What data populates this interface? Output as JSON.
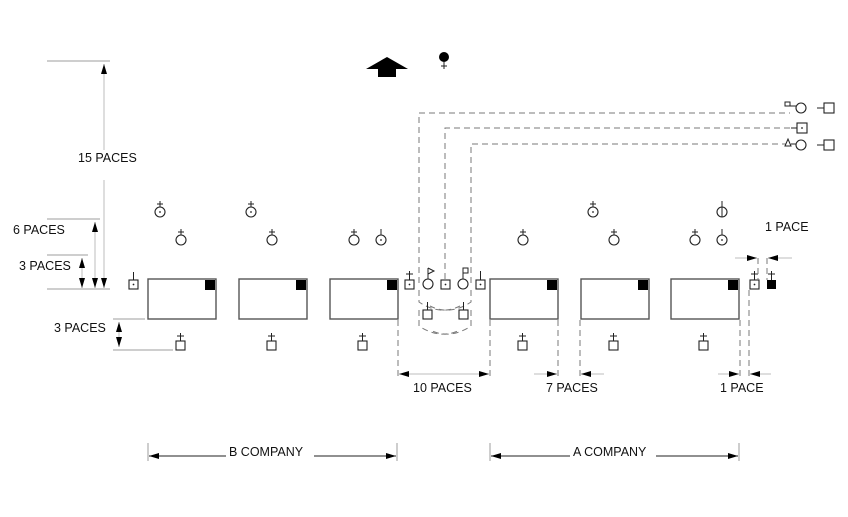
{
  "title": "Company formation diagram",
  "colors": {
    "line": "#222222",
    "dimension": "#bdbdbd",
    "dashed": "#7a7a7a",
    "fill": "#000000"
  },
  "legend_top": {
    "direction_icon": "arrow-up-icon",
    "commander_icon": "filled-commander-icon"
  },
  "dimensions": {
    "fifteen_paces": "15 PACES",
    "six_paces": "6 PACES",
    "three_paces_upper": "3 PACES",
    "three_paces_lower": "3 PACES",
    "ten_paces": "10 PACES",
    "seven_paces": "7 PACES",
    "one_pace_bottom": "1 PACE",
    "one_pace_right": "1 PACE"
  },
  "companies": {
    "b_company": "B COMPANY",
    "a_company": "A COMPANY"
  },
  "platoons": {
    "b_company_count": 3,
    "a_company_count": 3
  },
  "right_key": [
    {
      "left_icon": "pennant-square-circle-icon",
      "right_icon": "square-staff-icon"
    },
    {
      "left_icon": "dotted-square-staff-icon"
    },
    {
      "left_icon": "triangle-circle-icon",
      "right_icon": "square-staff-icon"
    }
  ]
}
